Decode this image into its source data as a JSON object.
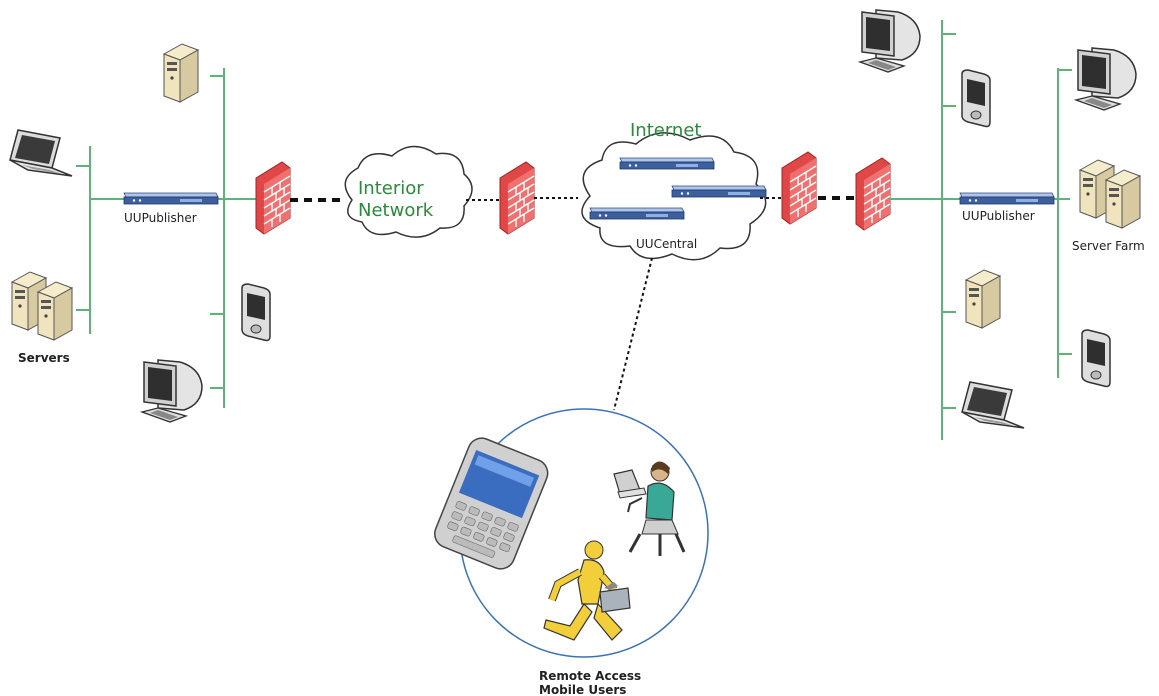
{
  "colors": {
    "bus_line": "#5fb37a",
    "firewall": "#d93b3b",
    "cloud_stroke": "#333333",
    "device_blue": "#3d5f9e",
    "green_text": "#2a8a3a",
    "circle": "#3a72b8"
  },
  "labels": {
    "internet": "Internet",
    "interior_line1": "Interior",
    "interior_line2": "Network",
    "uucentral": "UUCentral",
    "uupublisher_left": "UUPublisher",
    "uupublisher_right": "UUPublisher",
    "servers": "Servers",
    "server_farm": "Server Farm",
    "remote_line1": "Remote Access",
    "remote_line2": "Mobile Users"
  },
  "icons": [
    "laptop-icon",
    "server-icon",
    "monitor-icon",
    "pda-icon",
    "firewall-icon",
    "router-icon",
    "cloud-icon",
    "smartphone-icon",
    "business-person-icon",
    "running-person-icon"
  ]
}
